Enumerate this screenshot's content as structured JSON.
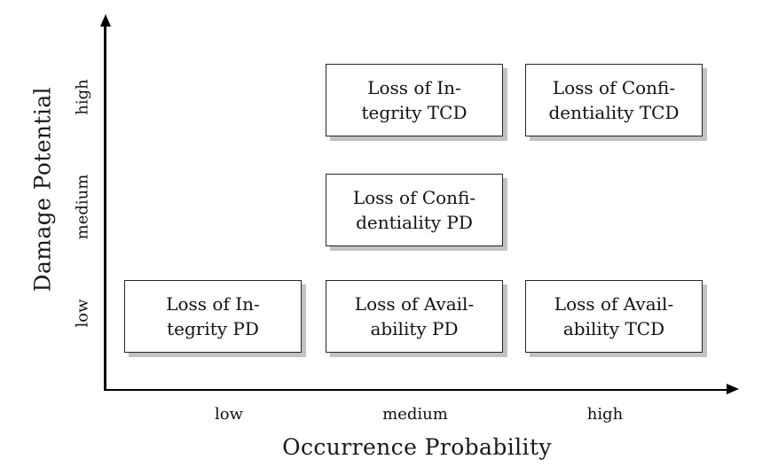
{
  "chart_data": {
    "type": "table",
    "title": "",
    "xlabel": "Occurrence Probability",
    "ylabel": "Damage Potential",
    "x_categories": [
      "low",
      "medium",
      "high"
    ],
    "y_categories": [
      "low",
      "medium",
      "high"
    ],
    "grid": false,
    "legend": "none",
    "cells": [
      {
        "id": "integrity-tcd",
        "x": "medium",
        "y": "high",
        "line1": "Loss of In-",
        "line2": "tegrity TCD"
      },
      {
        "id": "confidentiality-tcd",
        "x": "high",
        "y": "high",
        "line1": "Loss of Confi-",
        "line2": "dentiality TCD"
      },
      {
        "id": "confidentiality-pd",
        "x": "medium",
        "y": "medium",
        "line1": "Loss of Confi-",
        "line2": "dentiality PD"
      },
      {
        "id": "integrity-pd",
        "x": "low",
        "y": "low",
        "line1": "Loss of In-",
        "line2": "tegrity PD"
      },
      {
        "id": "availability-pd",
        "x": "medium",
        "y": "low",
        "line1": "Loss of Avail-",
        "line2": "ability PD"
      },
      {
        "id": "availability-tcd",
        "x": "high",
        "y": "low",
        "line1": "Loss of Avail-",
        "line2": "ability TCD"
      }
    ]
  },
  "axes": {
    "y": {
      "title": "Damage Potential",
      "ticks": {
        "high": "high",
        "medium": "medium",
        "low": "low"
      }
    },
    "x": {
      "title": "Occurrence Probability",
      "ticks": {
        "low": "low",
        "medium": "medium",
        "high": "high"
      }
    }
  },
  "colors": {
    "box_border": "#262626",
    "box_fill": "#ffffff",
    "box_shadow": "#c2c2c2",
    "axis": "#000000",
    "text": "#111111",
    "background": "#ffffff"
  }
}
